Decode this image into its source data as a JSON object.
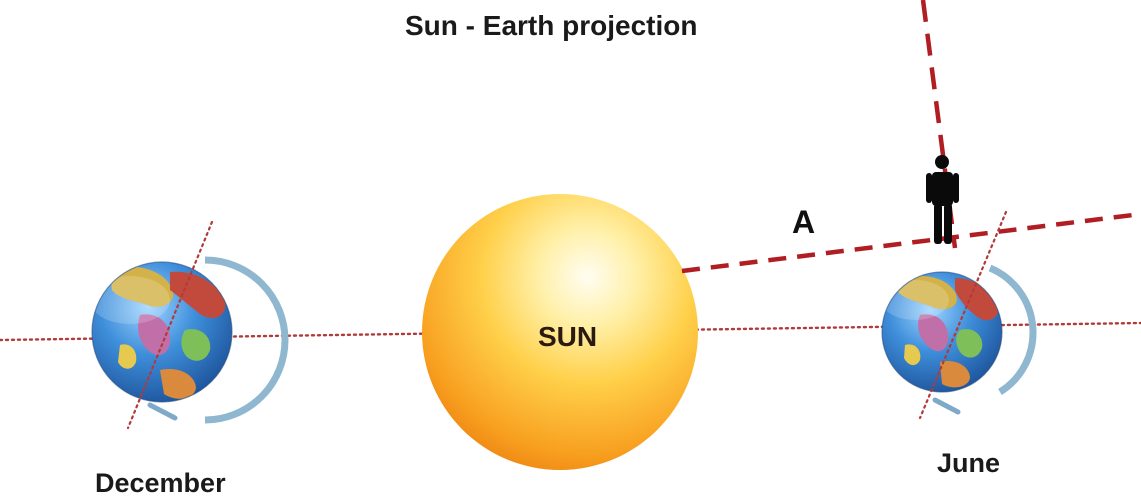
{
  "title": "Sun - Earth projection",
  "labels": {
    "sun": "SUN",
    "angle": "A",
    "december": "December",
    "june": "June"
  },
  "colors": {
    "dashed_line": "#b01e23",
    "dotted_line": "#b23a3a",
    "sun_core": "#fffbe8",
    "sun_mid": "#ffcf3a",
    "sun_edge": "#f08a10",
    "ocean": "#2f7fd0",
    "person": "#0a0a0a"
  },
  "icons": {
    "sun": "sun-sphere",
    "earth_december": "globe-icon",
    "earth_june": "globe-icon",
    "observer": "person-icon"
  }
}
